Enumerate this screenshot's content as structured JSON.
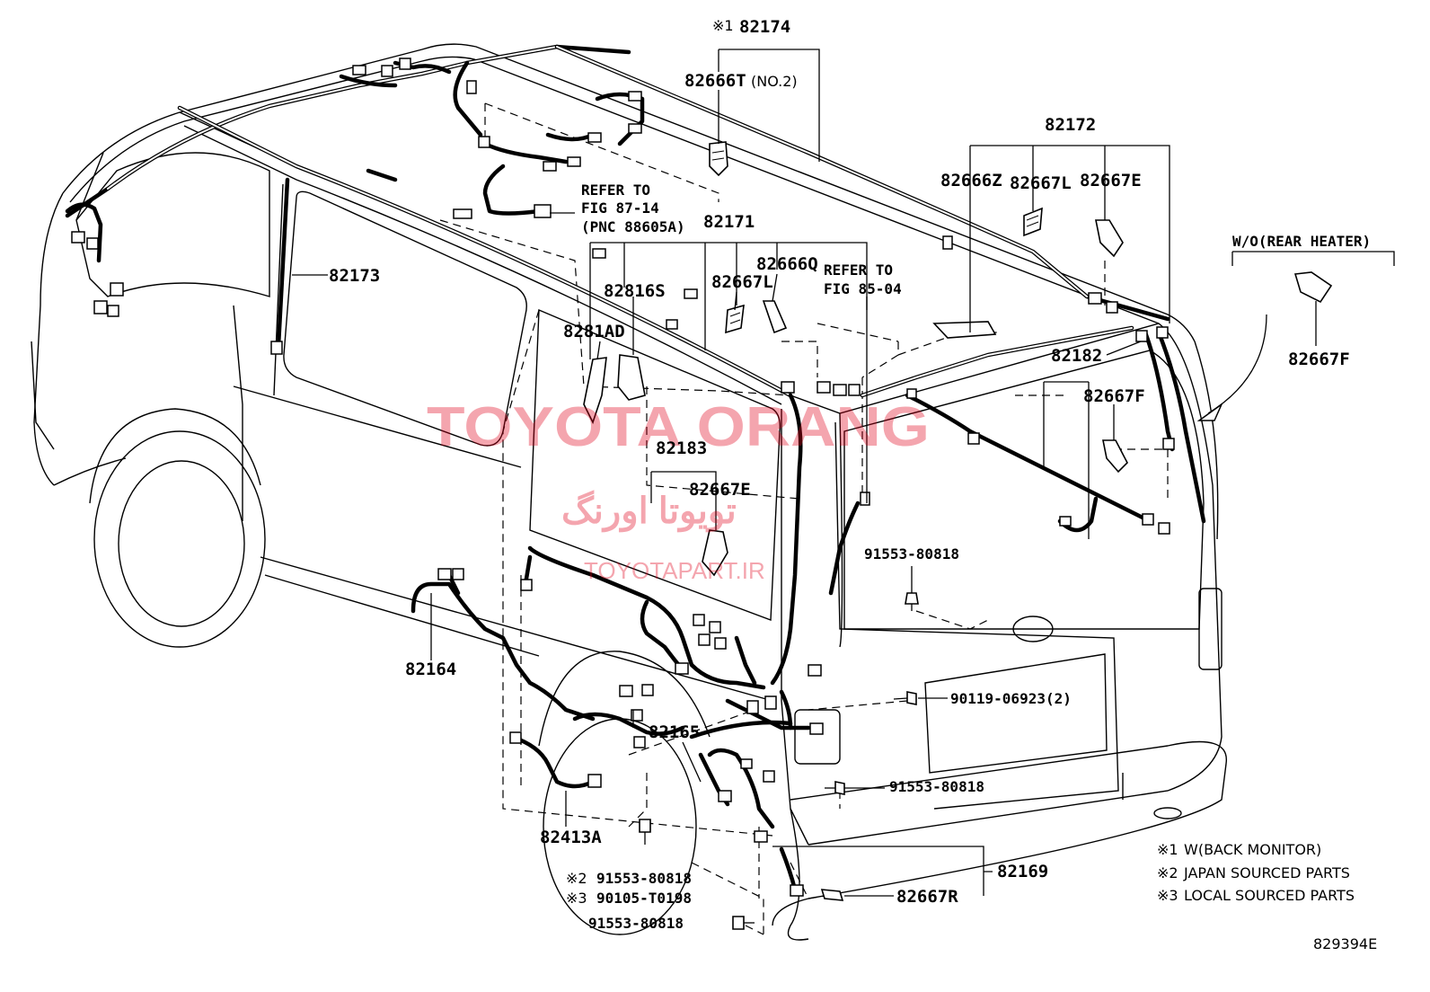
{
  "diagram_id": "829394E",
  "watermark": {
    "main": "TOYOTA ORANG",
    "persian": "تویوتا اورنگ",
    "site": "TOYOTAPART.IR"
  },
  "notes": [
    {
      "mark": "※1",
      "text": "W(BACK MONITOR)"
    },
    {
      "mark": "※2",
      "text": "JAPAN SOURCED PARTS"
    },
    {
      "mark": "※3",
      "text": "LOCAL SOURCED PARTS"
    }
  ],
  "refs": {
    "fig_87_14": {
      "line1": "REFER TO",
      "line2": "FIG 87-14",
      "line3": "(PNC 88605A)"
    },
    "fig_85_04": {
      "line1": "REFER TO",
      "line2": "FIG 85-04"
    }
  },
  "variant_label": "W/O(REAR HEATER)",
  "labels": {
    "p82174": {
      "mark": "※1",
      "code": "82174"
    },
    "p82666T": {
      "code": "82666T",
      "suffix": "(NO.2)"
    },
    "p82172": "82172",
    "p82666Z": "82666Z",
    "p82667L_right": "82667L",
    "p82667E_right": "82667E",
    "p82667F_right": "82667F",
    "p82171": "82171",
    "p82666Q": "82666Q",
    "p82173": "82173",
    "p82816S": "82816S",
    "p82667L_mid": "82667L",
    "p8281AD": "8281AD",
    "p82182": "82182",
    "p82667F_mid": "82667F",
    "p82183": "82183",
    "p82667E_mid": "82667E",
    "p91553_80818_a": "91553-80818",
    "p82164": "82164",
    "p90119": "90119-06923(2)",
    "p82165": "82165",
    "p91553_80818_b": "91553-80818",
    "p82413A": "82413A",
    "p91553_80818_c": {
      "mark": "※2",
      "code": "91553-80818"
    },
    "p90105": {
      "mark": "※3",
      "code": "90105-T0198"
    },
    "p82169": "82169",
    "p82667R": "82667R",
    "p91553_80818_d": "91553-80818"
  }
}
